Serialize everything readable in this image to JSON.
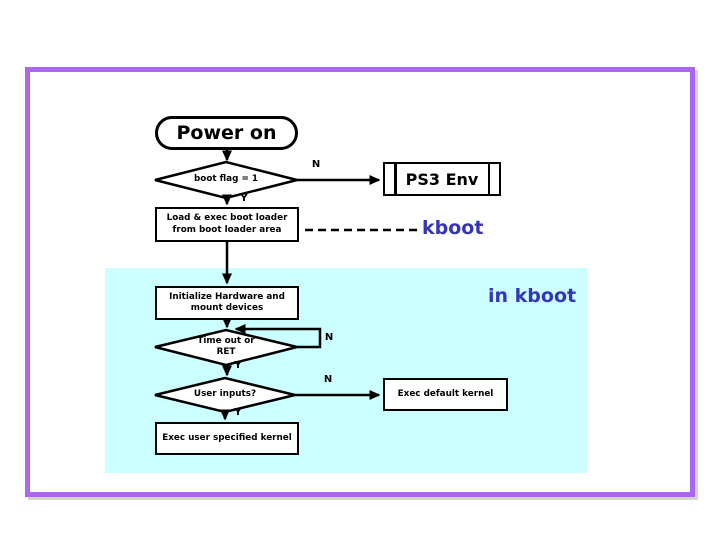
{
  "diagram": {
    "colors": {
      "frame_purple": "#ab66f2",
      "kboot_region_cyan": "#ccffff",
      "annotation_blue": "#3535b8",
      "stroke_black": "#000000"
    },
    "nodes": {
      "power_on": {
        "type": "terminator",
        "label": "Power on"
      },
      "boot_flag": {
        "type": "decision",
        "label": "boot flag = 1"
      },
      "ps3_env": {
        "type": "predefined-process",
        "label": "PS3 Env"
      },
      "load_boot_loader": {
        "type": "process",
        "line1": "Load & exec boot loader",
        "line2": "from boot loader area"
      },
      "init_hardware": {
        "type": "process",
        "line1": "Initialize Hardware and",
        "line2": "mount devices"
      },
      "time_out": {
        "type": "decision",
        "line1": "Time out or",
        "line2": "RET"
      },
      "user_inputs": {
        "type": "decision",
        "label": "User inputs?"
      },
      "exec_default": {
        "type": "process",
        "label": "Exec default kernel"
      },
      "exec_user": {
        "type": "process",
        "label": "Exec user specified kernel"
      }
    },
    "branch_labels": {
      "boot_flag_n": "N",
      "boot_flag_y": "Y",
      "time_out_n": "N",
      "time_out_y": "Y",
      "user_inputs_n": "N",
      "user_inputs_y": "Y"
    },
    "annotations": {
      "kboot": "kboot",
      "in_kboot": "in kboot"
    }
  }
}
